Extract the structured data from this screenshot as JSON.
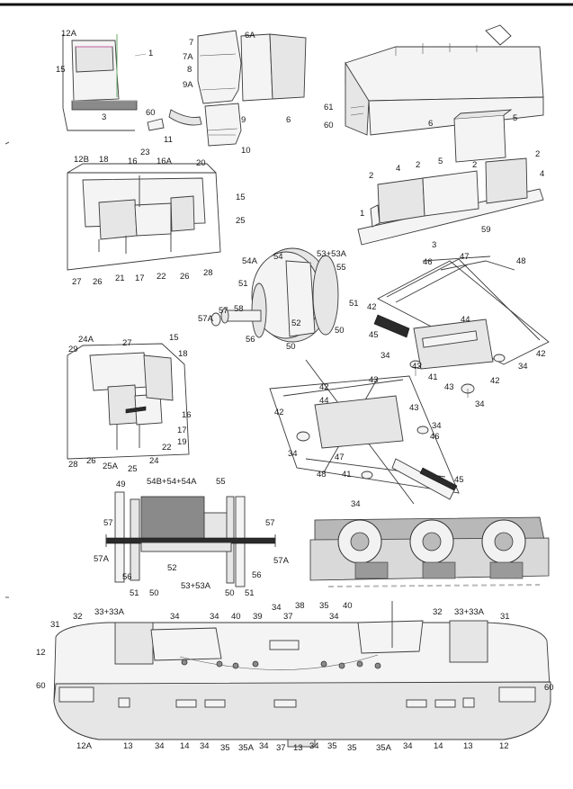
{
  "colors": {
    "ink": "#1a1a1a",
    "paper": "#ffffff",
    "accent_pink": "#c0609a",
    "accent_green": "#6aaa66",
    "grey": "#8a8a8a"
  },
  "labels": {
    "cab_detail": [
      "12A",
      "15",
      "1",
      "3"
    ],
    "front_pieces": [
      "7",
      "6A",
      "7A",
      "8",
      "9A",
      "9",
      "10",
      "60",
      "11",
      "6"
    ],
    "body_top": [
      "61",
      "60",
      "6"
    ],
    "cab_interior": [
      "12B",
      "18",
      "23",
      "16",
      "16A",
      "20",
      "15",
      "25",
      "27",
      "26",
      "21",
      "17",
      "22",
      "26",
      "28"
    ],
    "roof_boxes": [
      "5",
      "2",
      "4",
      "2",
      "5",
      "2",
      "2",
      "4",
      "1",
      "59",
      "3"
    ],
    "axle_set": [
      "54A",
      "54",
      "53+53A",
      "55",
      "51",
      "51",
      "52",
      "58",
      "57",
      "57A",
      "56",
      "50",
      "50"
    ],
    "pantograph_1": [
      "46",
      "47",
      "48",
      "42",
      "44",
      "45",
      "34",
      "43",
      "41",
      "43",
      "42",
      "42",
      "34",
      "34"
    ],
    "cab_interior_2": [
      "24A",
      "27",
      "15",
      "29",
      "18",
      "16",
      "17",
      "19",
      "22",
      "28",
      "26",
      "25A",
      "25",
      "24"
    ],
    "pantograph_2": [
      "42",
      "43",
      "44",
      "42",
      "43",
      "34",
      "34",
      "46",
      "47",
      "48",
      "41",
      "45",
      "34"
    ],
    "axle_section": [
      "49",
      "54B+54+54A",
      "55",
      "57",
      "57",
      "57A",
      "57A",
      "56",
      "56",
      "52",
      "51",
      "50",
      "50",
      "51",
      "53+53A"
    ],
    "loco_top": [
      "32",
      "33+33A",
      "34",
      "34",
      "40",
      "39",
      "34",
      "37",
      "38",
      "35",
      "34",
      "40",
      "32",
      "33+33A",
      "31",
      "31",
      "12",
      "60",
      "60"
    ],
    "loco_bottom": [
      "12A",
      "13",
      "34",
      "14",
      "34",
      "35",
      "35A",
      "34",
      "37",
      "13",
      "34",
      "35",
      "35",
      "35A",
      "34",
      "14",
      "13",
      "12"
    ]
  }
}
